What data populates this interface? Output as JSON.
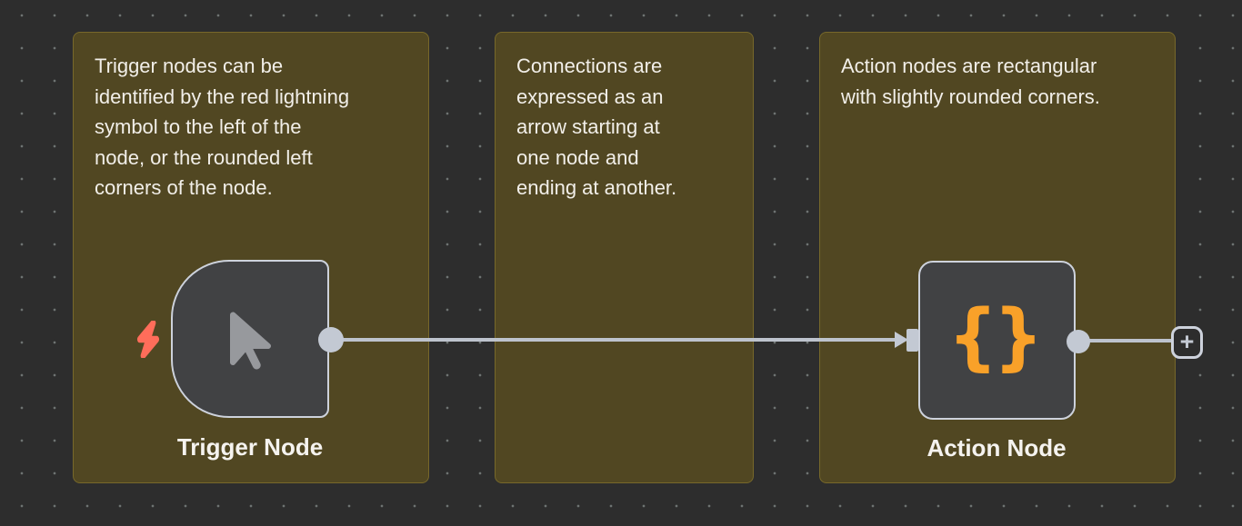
{
  "canvas": {
    "type": "workflow-editor-canvas"
  },
  "notes": [
    {
      "text": "Trigger nodes can be\nidentified by the red lightning\nsymbol to the left of the\nnode, or the rounded left\ncorners of the node."
    },
    {
      "text": "Connections are\nexpressed as an\narrow starting at\none node and\nending at another."
    },
    {
      "text": "Action nodes are rectangular\nwith slightly rounded corners."
    }
  ],
  "trigger_node": {
    "label": "Trigger Node",
    "icon": "cursor-icon",
    "accent_icon": "lightning-bolt-icon"
  },
  "action_node": {
    "label": "Action Node",
    "icon": "code-braces-icon",
    "icon_glyph": "{}"
  },
  "connection": {
    "arrow_icon": "arrowhead-icon"
  },
  "add_button": {
    "glyph": "+",
    "icon": "plus-icon"
  },
  "colors": {
    "canvas_bg": "#2d2d2d",
    "grid_dot": "#6e7372",
    "sticky_bg": "#514722",
    "sticky_border": "#77682a",
    "sticky_text": "#f2efe9",
    "node_bg": "#414244",
    "node_border": "#cdd2dc",
    "connector": "#bdc3cd",
    "endpoint": "#c3c9d3",
    "trigger_accent": "#ff6d5a",
    "action_icon_color": "#f9a129",
    "label_text": "#f5f3ef"
  }
}
